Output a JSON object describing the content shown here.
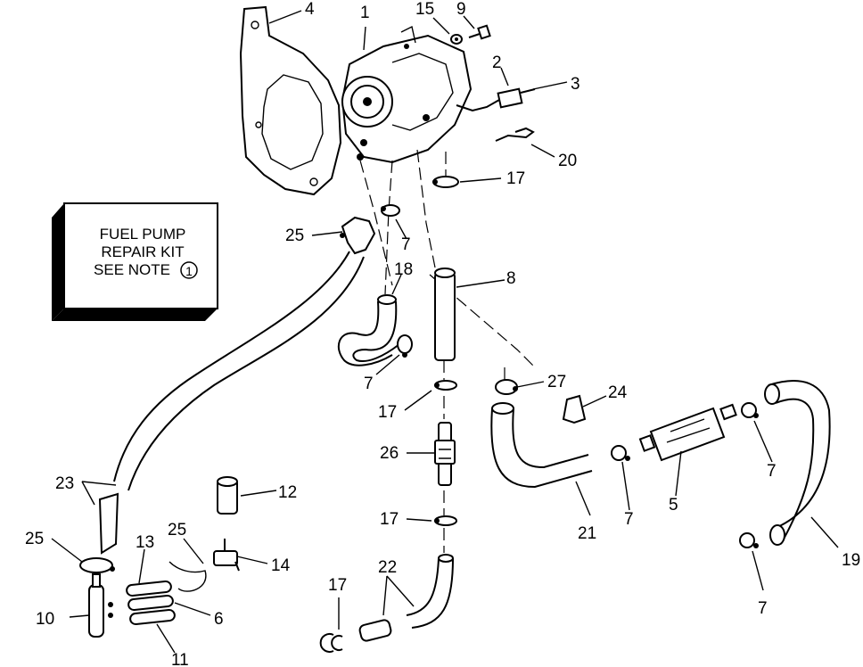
{
  "kit_box": {
    "line1": "FUEL PUMP",
    "line2": "REPAIR KIT",
    "line3": "SEE NOTE",
    "note_number": "1"
  },
  "callouts": {
    "c1": "1",
    "c2": "2",
    "c3": "3",
    "c4": "4",
    "c5": "5",
    "c6": "6",
    "c7a": "7",
    "c7b": "7",
    "c7c": "7",
    "c7d": "7",
    "c7e": "7",
    "c8": "8",
    "c9": "9",
    "c10": "10",
    "c11": "11",
    "c12": "12",
    "c13": "13",
    "c14": "14",
    "c15": "15",
    "c17a": "17",
    "c17b": "17",
    "c17c": "17",
    "c17d": "17",
    "c18": "18",
    "c19": "19",
    "c20": "20",
    "c21": "21",
    "c22": "22",
    "c23": "23",
    "c24": "24",
    "c25a": "25",
    "c25b": "25",
    "c25c": "25",
    "c26": "26",
    "c27": "27"
  }
}
